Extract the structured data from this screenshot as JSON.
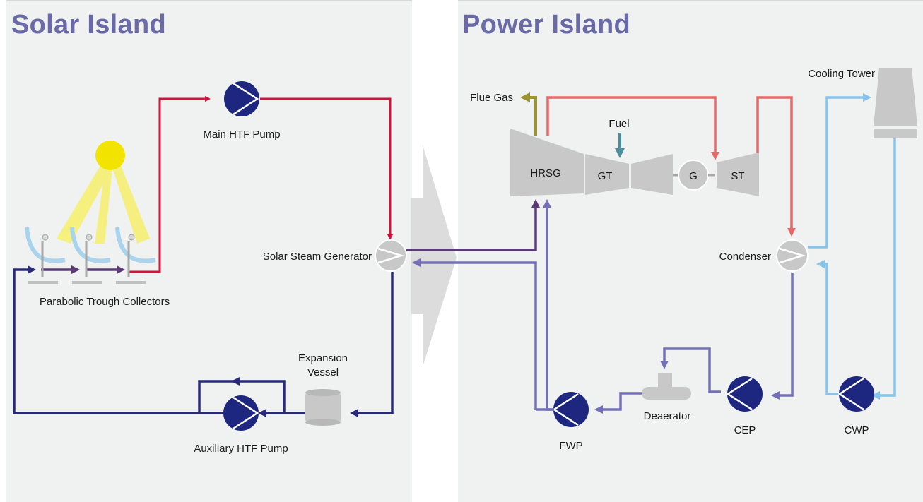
{
  "solar_island": {
    "title": "Solar Island"
  },
  "power_island": {
    "title": "Power Island"
  },
  "labels": {
    "main_htf_pump": "Main HTF Pump",
    "parabolic_trough": "Parabolic Trough Collectors",
    "solar_steam_generator": "Solar Steam Generator",
    "expansion_vessel_1": "Expansion",
    "expansion_vessel_2": "Vessel",
    "auxiliary_htf_pump": "Auxiliary HTF Pump",
    "flue_gas": "Flue Gas",
    "fuel": "Fuel",
    "hrsg": "HRSG",
    "gt": "GT",
    "g": "G",
    "st": "ST",
    "cooling_tower": "Cooling Tower",
    "condenser": "Condenser",
    "deaerator": "Deaerator",
    "fwp": "FWP",
    "cep": "CEP",
    "cwp": "CWP"
  },
  "colors": {
    "hot_htf": "#d0143c",
    "cold_htf": "#2a2a7a",
    "steam": "#e86868",
    "feedwater": "#7470b8",
    "cooling_water": "#88c4ea",
    "flue_gas": "#9a9430",
    "fuel": "#4a8ea0",
    "sun": "#f2e400",
    "pump_fill": "#1e2780",
    "equipment": "#c8c8c8",
    "title": "#6a6aa8"
  }
}
